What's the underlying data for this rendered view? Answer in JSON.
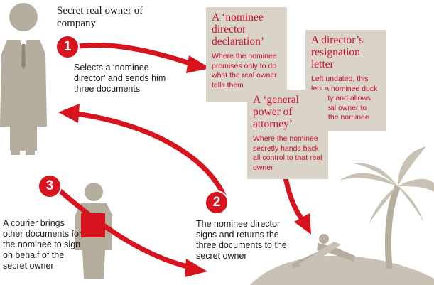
{
  "owner": {
    "title": "Secret real owner of company"
  },
  "steps": [
    {
      "number": "1",
      "text": "Selects a ‘nominee director’ and sends him three documents"
    },
    {
      "number": "2",
      "text": "The nominee director signs and returns the three documents to the secret owner"
    },
    {
      "number": "3",
      "text": "A courier brings other documents for the nominee to sign on behalf of the secret owner"
    }
  ],
  "documents": [
    {
      "title": "A ‘nominee director declaration’",
      "body": "Where the nominee promises only to do what the real owner tells them"
    },
    {
      "title": "A director’s resignation letter",
      "body": "Left undated, this lets a nominee duck liability and allows the real owner to drop the nominee"
    },
    {
      "title": "A ‘general power of attorney’",
      "body": "Where the nominee secretly hands back all control to that real owner"
    }
  ],
  "colors": {
    "accent": "#d7131d",
    "card": "#d9d3c8",
    "figure": "#b5ae9f",
    "ground": "#c9c1b3"
  }
}
